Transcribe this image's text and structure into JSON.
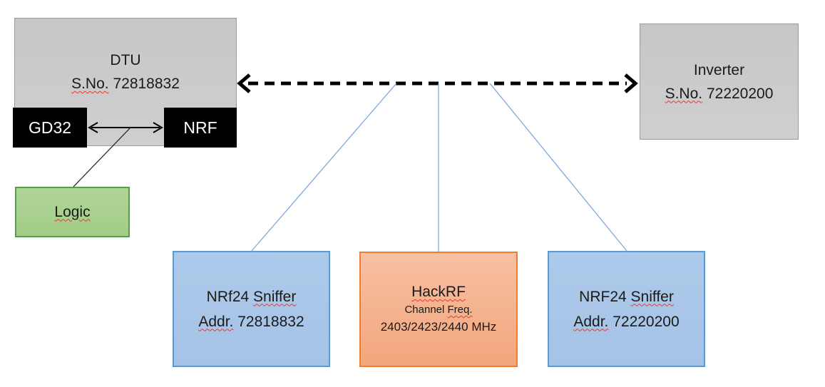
{
  "diagram": {
    "dtu": {
      "title": "DTU",
      "serial_label": "S.No.",
      "serial_number": " 72818832",
      "gd32_label": "GD32",
      "nrf_label": "NRF"
    },
    "logic": {
      "label": "Logic"
    },
    "inverter": {
      "title": "Inverter",
      "serial_label": "S.No.",
      "serial_number": " 72220200"
    },
    "sniffer_left": {
      "title_prefix": "NRf24 ",
      "title_misspelled": "Sniffer",
      "addr_label": "Addr.",
      "addr_value": " 72818832"
    },
    "hackrf": {
      "title": "HackRF",
      "channel_prefix": "Channel ",
      "channel_misspelled": "Freq.",
      "frequencies": "2403/2423/2440 MHz"
    },
    "sniffer_right": {
      "title_prefix": "NRF24 ",
      "title_misspelled": "Sniffer",
      "addr_label": "Addr.",
      "addr_value": " 72220200"
    }
  },
  "colors": {
    "gray_fill": "#CACACA",
    "gray_border": "#9B9B9B",
    "black_fill": "#000000",
    "green_fill": "#A9D08E",
    "green_border": "#55A047",
    "blue_fill": "#A9C6E8",
    "blue_border": "#5B9BD5",
    "orange_fill_top": "#F7C0A3",
    "orange_fill_bottom": "#F2A67C",
    "orange_border": "#ED7D31",
    "connector_blue": "#7FA8D8",
    "line_black": "#303030",
    "spellcheck_red": "#E03C31",
    "text_color": "#1A1A1A"
  }
}
